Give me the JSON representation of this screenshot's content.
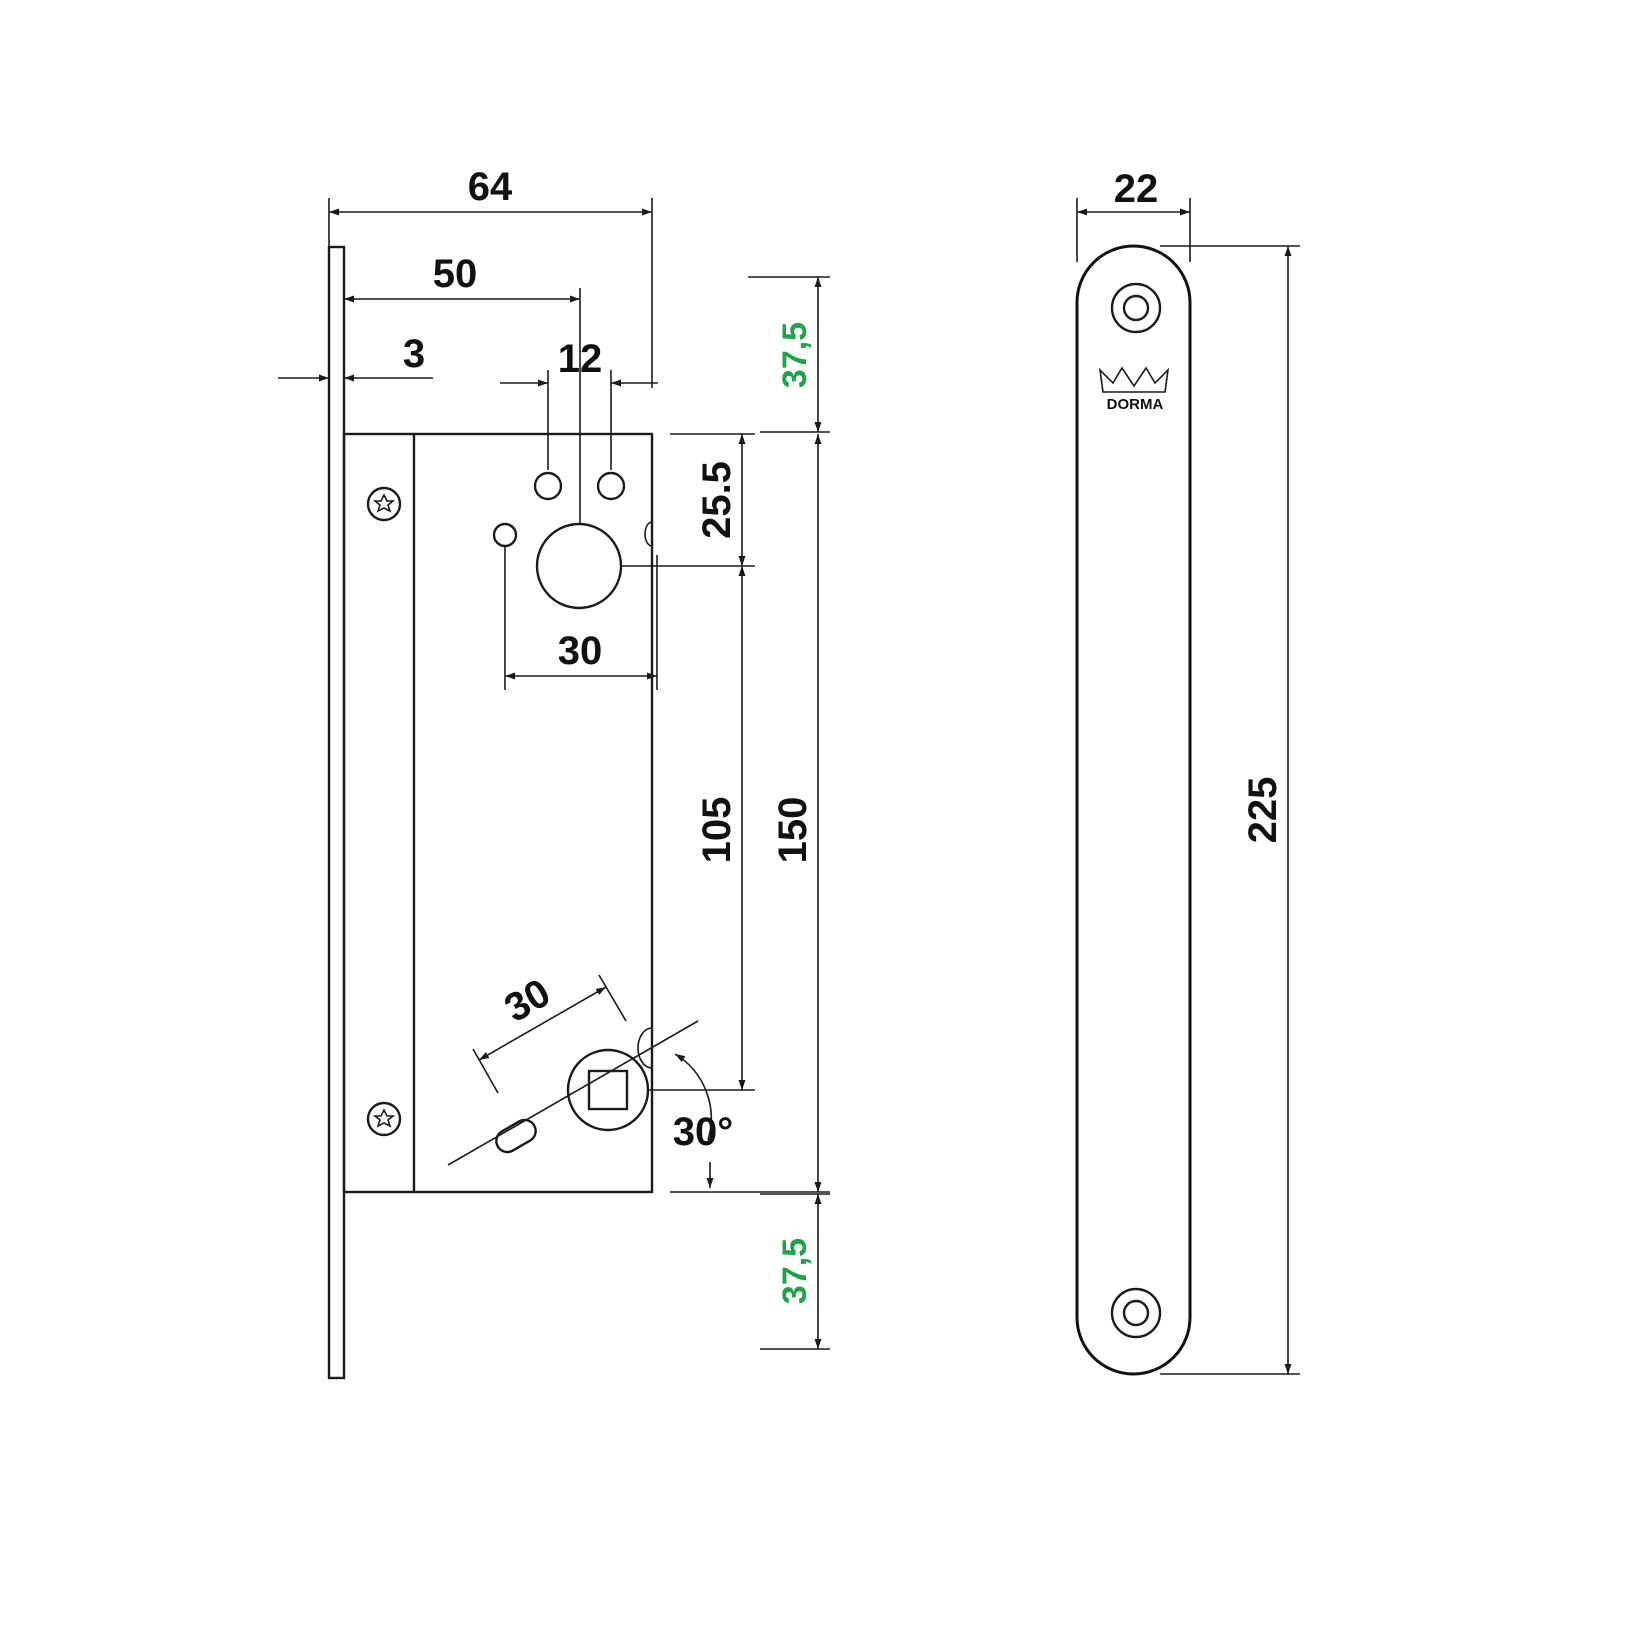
{
  "front_view": {
    "dimensions": {
      "width_total": "64",
      "backset": "50",
      "faceplate_thickness": "3",
      "cylinder_holes_spacing": "12",
      "handle_to_center": "25.5",
      "cylinder_offset": "30",
      "center_distance": "105",
      "case_height": "150",
      "square_offset": "30",
      "angle": "30°",
      "top_extension": "37,5",
      "bottom_extension": "37,5"
    }
  },
  "side_view": {
    "dimensions": {
      "faceplate_width": "22",
      "faceplate_length": "225"
    },
    "logo_text": "DORMA"
  },
  "colors": {
    "line": "#1a1a1a",
    "highlight_dimension": "#21a24a"
  }
}
